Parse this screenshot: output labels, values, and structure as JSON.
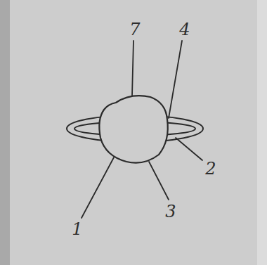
{
  "diagram": {
    "labels": [
      "7",
      "4",
      "2",
      "1",
      "3"
    ]
  }
}
